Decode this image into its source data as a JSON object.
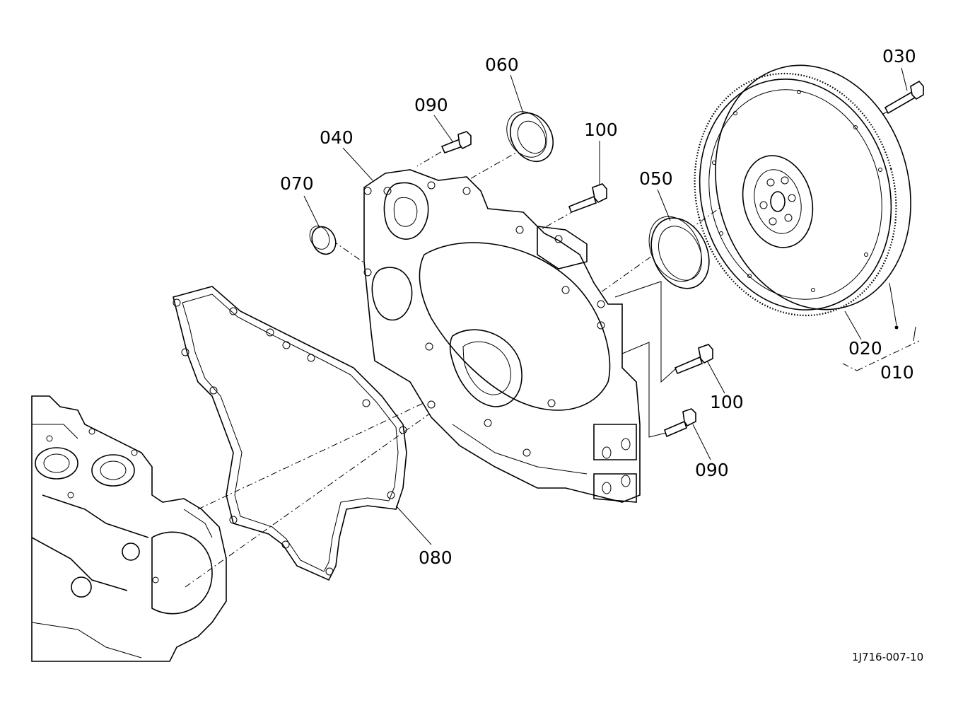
{
  "diagram": {
    "labels": {
      "p010": "010",
      "p020": "020",
      "p030": "030",
      "p040": "040",
      "p050": "050",
      "p060": "060",
      "p070": "070",
      "p080": "080",
      "p090a": "090",
      "p090b": "090",
      "p100a": "100",
      "p100b": "100"
    },
    "drawing_number": "1J716-007-10"
  }
}
